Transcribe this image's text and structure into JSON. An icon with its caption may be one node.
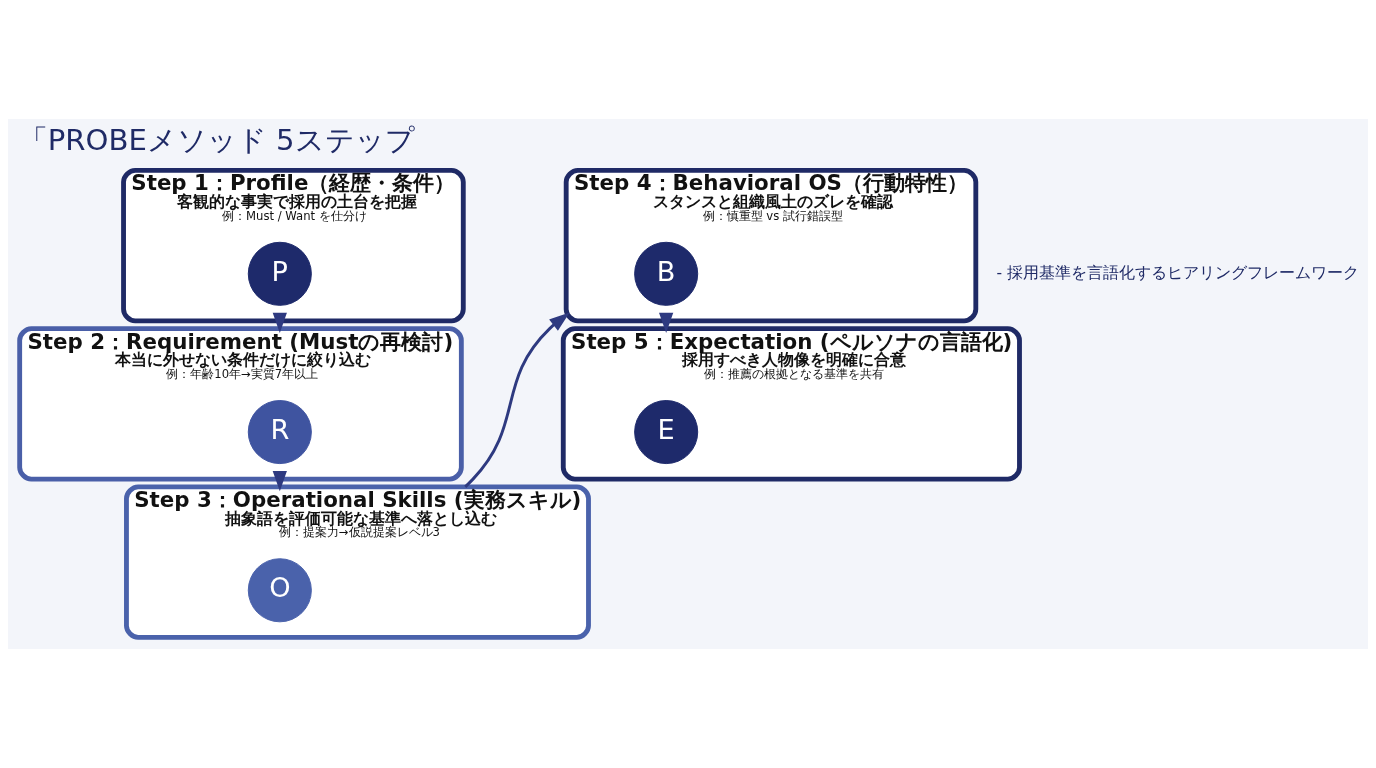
{
  "diagram": {
    "title": "「PROBEメソッド 5ステップ",
    "nodes": [
      {
        "text": [
          "Step 1：Profile（経歴・条件）",
          "客観的な事実で採用の土台を把握",
          "例：Must / Want を仕分け"
        ]
      },
      {
        "text": [
          "P"
        ],
        "in": 0
      },
      {
        "text": [
          "Step 2：Requirement (Mustの再検討)",
          "本当に外せない条件だけに絞り込む",
          "例：年齢10年→実質7年以上"
        ]
      },
      {
        "text": [
          "R"
        ],
        "in": 2
      },
      {
        "text": [
          "Step 3：Operational Skills (実務スキル)",
          "抽象語を評価可能な基準へ落とし込む",
          "例：提案力→仮説提案レベル3"
        ]
      },
      {
        "text": [
          "O"
        ],
        "in": 4
      },
      {
        "text": [
          "Step 4：Behavioral OS（行動特性）",
          "スタンスと組織風土のズレを確認",
          "例：慎重型 vs 試行錯誤型"
        ]
      },
      {
        "text": [
          "B"
        ],
        "in": 6
      },
      {
        "text": [
          "Step 5：Expectation (ペルソナの言語化)",
          "採用すべき人物像を明確に合意",
          "例：推薦の根拠となる基準を共有"
        ]
      },
      {
        "text": [
          "E"
        ],
        "in": 8
      }
    ],
    "edges": [
      {
        "from": 0,
        "to": 2,
        "arrow": "to"
      },
      {
        "from": 2,
        "to": 4,
        "arrow": "to"
      },
      {
        "from": 4,
        "to": 6,
        "arrow": "to"
      },
      {
        "from": 6,
        "to": 8,
        "arrow": "to"
      }
    ],
    "labels": [
      "- 採用基準を言語化するヒアリングフレームワーク"
    ]
  }
}
